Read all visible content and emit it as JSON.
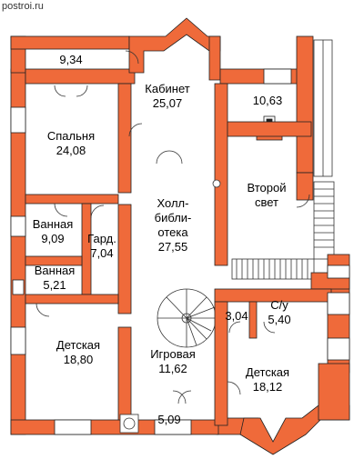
{
  "site": "postroi.ru",
  "colors": {
    "wall": "#ef6a3a",
    "wall_stroke": "#222222",
    "floor": "#ffffff",
    "line": "#222222"
  },
  "rooms": [
    {
      "id": "terrace-top",
      "lines": [
        "9,34"
      ]
    },
    {
      "id": "kabinet",
      "lines": [
        "Кабинет",
        "25,07"
      ]
    },
    {
      "id": "room-1063",
      "lines": [
        "10,63"
      ]
    },
    {
      "id": "spalnya",
      "lines": [
        "Спальня",
        "24,08"
      ]
    },
    {
      "id": "vtoroy-svet",
      "lines": [
        "Второй",
        "свет"
      ]
    },
    {
      "id": "holl",
      "lines": [
        "Холл-",
        "библи-",
        "отека",
        "27,55"
      ]
    },
    {
      "id": "vannaya-1",
      "lines": [
        "Ванная",
        "9,09"
      ]
    },
    {
      "id": "gard",
      "lines": [
        "Гард.",
        "7,04"
      ]
    },
    {
      "id": "vannaya-2",
      "lines": [
        "Ванная",
        "5,21"
      ]
    },
    {
      "id": "room-304",
      "lines": [
        "3,04"
      ]
    },
    {
      "id": "su",
      "lines": [
        "С/у",
        "5,40"
      ]
    },
    {
      "id": "detskaya-1",
      "lines": [
        "Детская",
        "18,80"
      ]
    },
    {
      "id": "igrovaya",
      "lines": [
        "Игровая",
        "11,62"
      ]
    },
    {
      "id": "detskaya-2",
      "lines": [
        "Детская",
        "18,12"
      ]
    },
    {
      "id": "balcony-bottom",
      "lines": [
        "5,09"
      ]
    }
  ]
}
